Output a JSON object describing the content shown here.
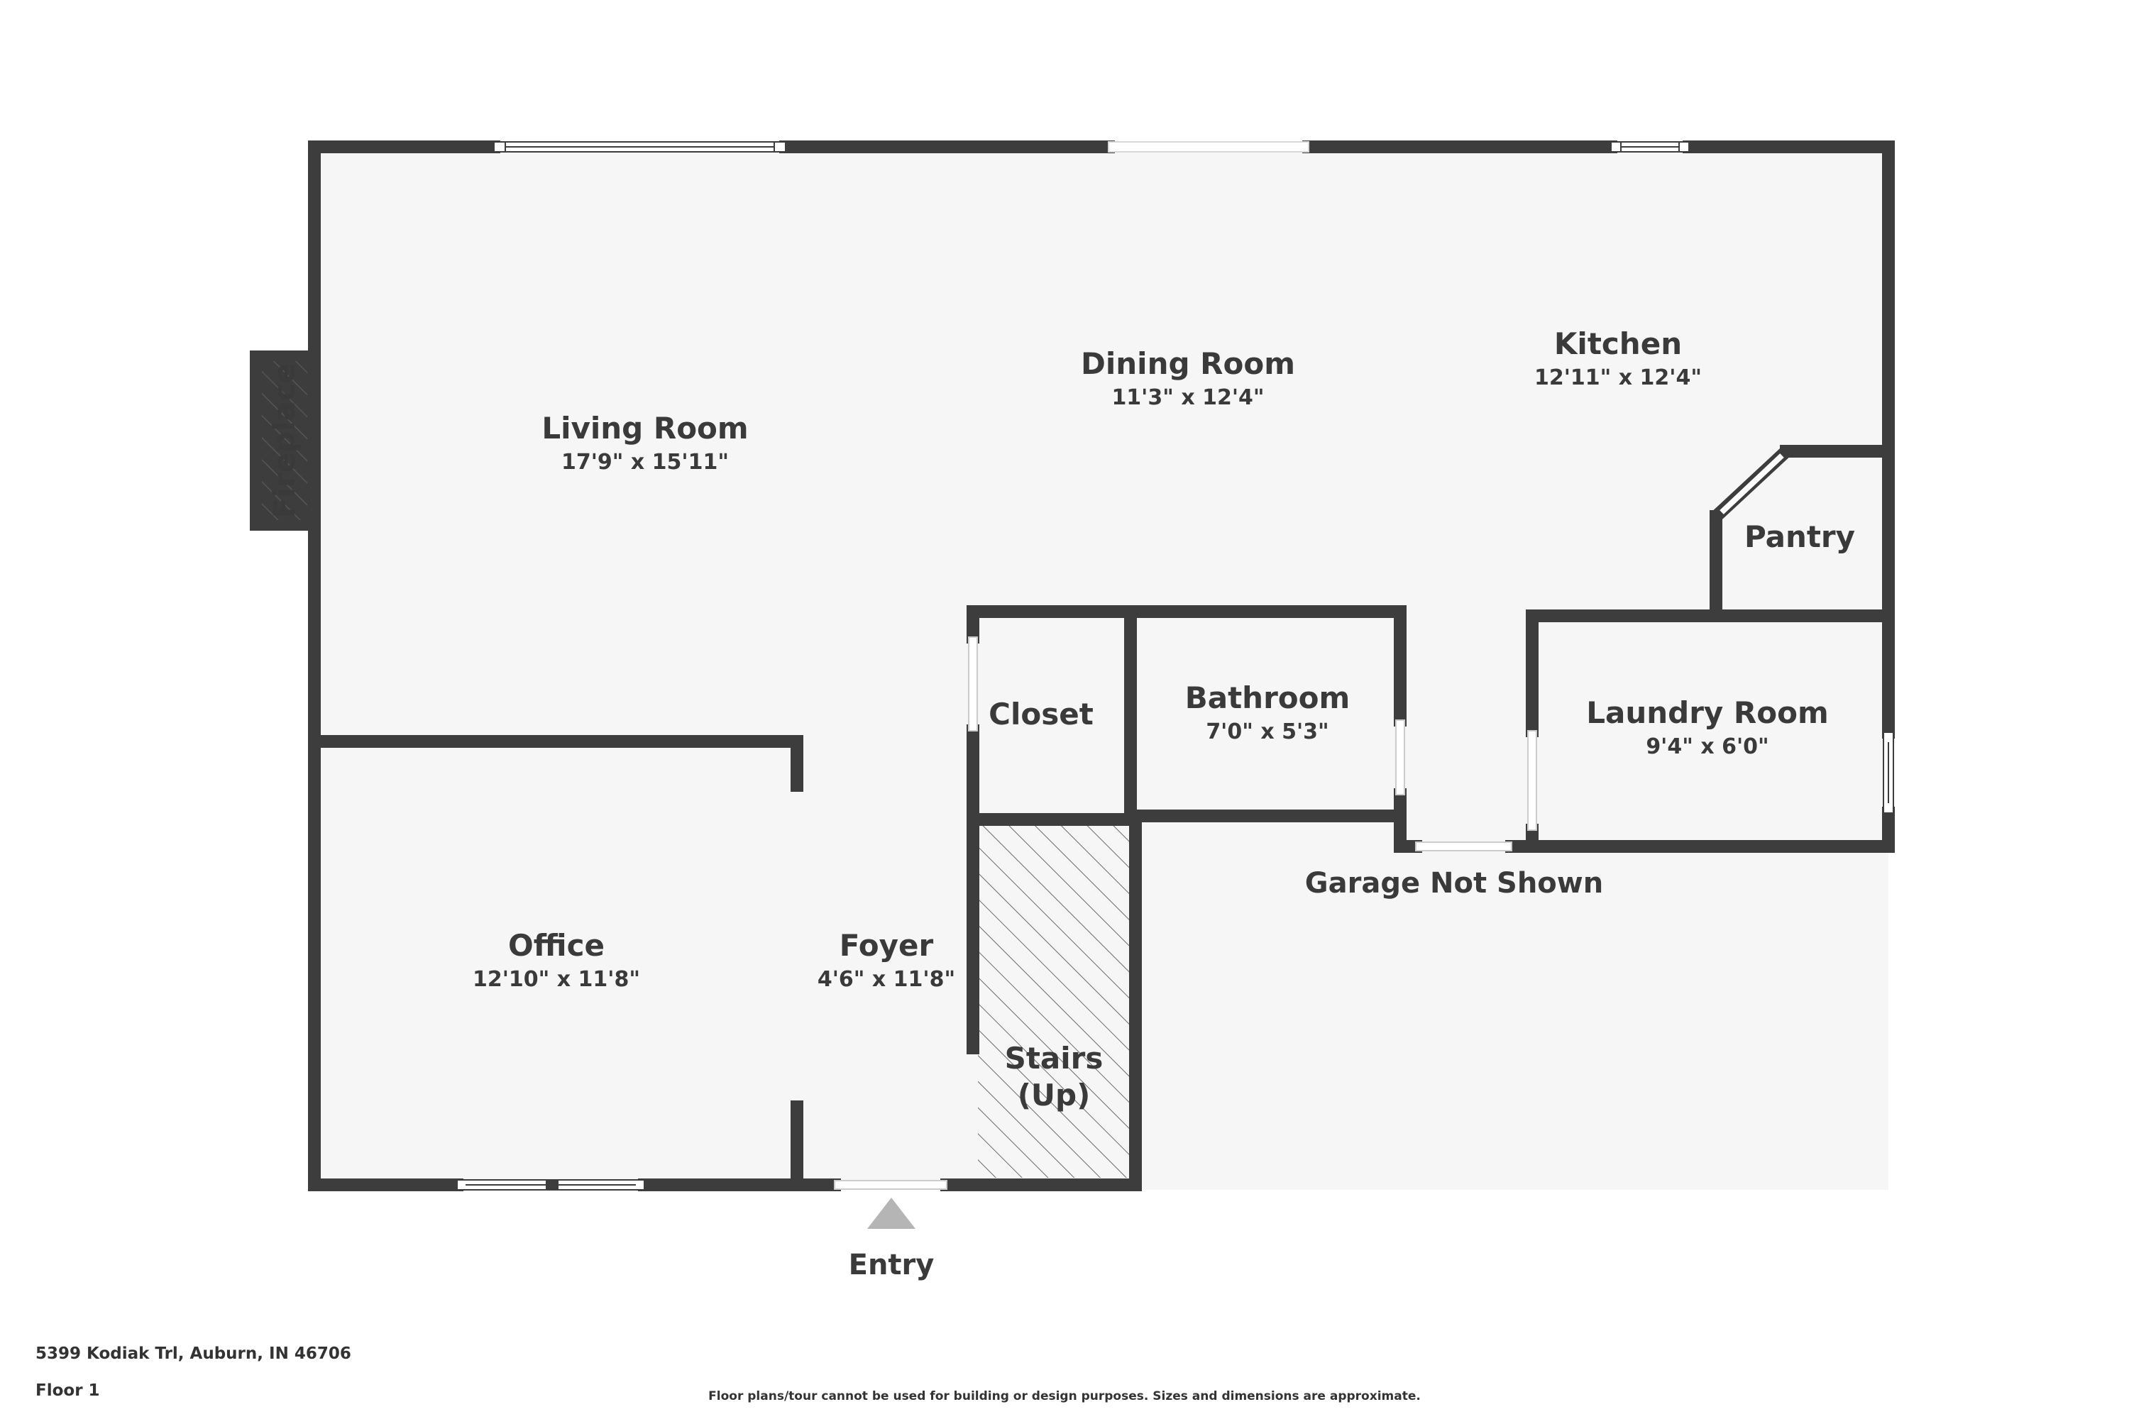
{
  "address": "5399 Kodiak Trl, Auburn, IN 46706",
  "floor": "Floor 1",
  "disclaimer": "Floor plans/tour cannot be used for building or design purposes. Sizes and dimensions are approximate.",
  "colors": {
    "wall": "#3d3d3d",
    "floor": "#f6f6f6",
    "text": "#3a3a3a",
    "arrow": "#b5b5b5"
  },
  "rooms": {
    "living": {
      "name": "Living Room",
      "dim": "17'9\" x 15'11\""
    },
    "dining": {
      "name": "Dining Room",
      "dim": "11'3\" x 12'4\""
    },
    "kitchen": {
      "name": "Kitchen",
      "dim": "12'11\" x 12'4\""
    },
    "pantry": {
      "name": "Pantry"
    },
    "closet": {
      "name": "Closet"
    },
    "bathroom": {
      "name": "Bathroom",
      "dim": "7'0\" x 5'3\""
    },
    "laundry": {
      "name": "Laundry Room",
      "dim": "9'4\" x 6'0\""
    },
    "office": {
      "name": "Office",
      "dim": "12'10\" x 11'8\""
    },
    "foyer": {
      "name": "Foyer",
      "dim": "4'6\" x 11'8\""
    },
    "stairs": {
      "name_line1": "Stairs",
      "name_line2": "(Up)"
    }
  },
  "fireplace_label": "Fireplace",
  "garage_note": "Garage Not Shown",
  "entry_label": "Entry"
}
